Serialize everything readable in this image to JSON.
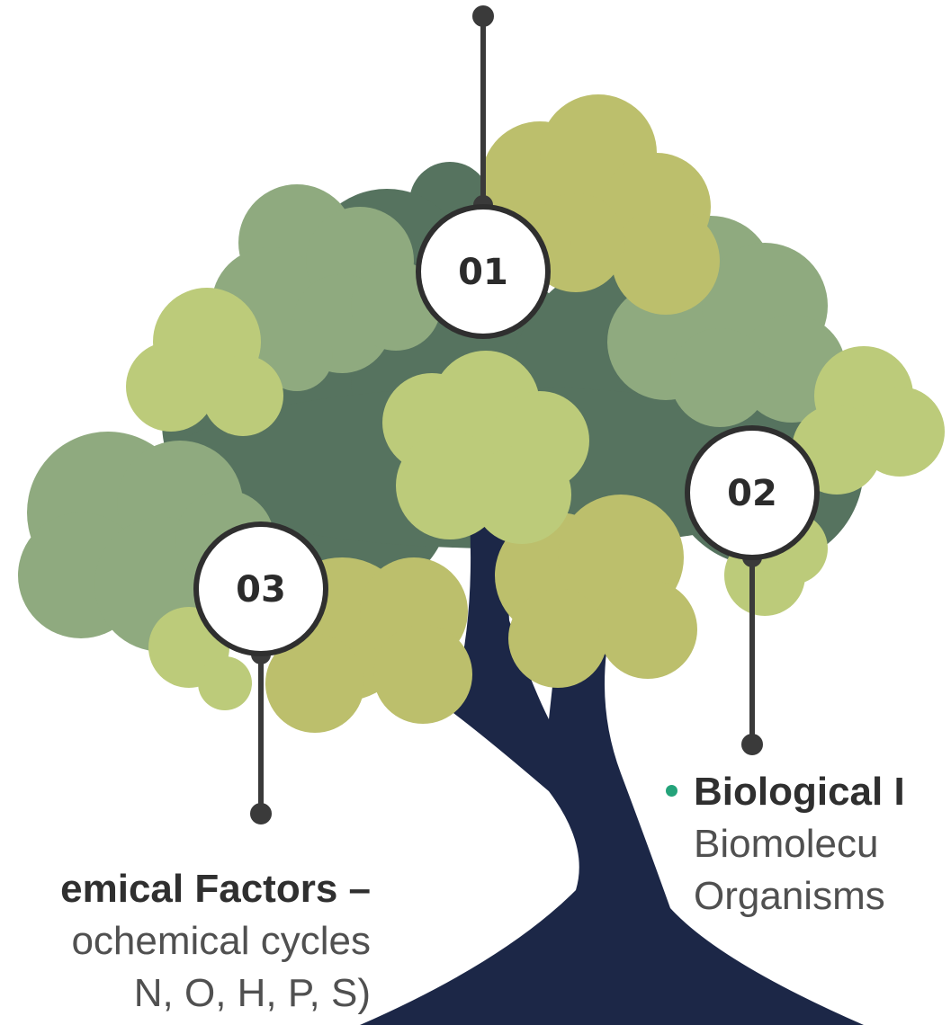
{
  "nodes": {
    "n1": {
      "label": "01"
    },
    "n2": {
      "label": "02"
    },
    "n3": {
      "label": "03"
    }
  },
  "captions": {
    "left": {
      "head": "emical  Factors  –",
      "line1": "ochemical  cycles",
      "line2": "N, O, H, P, S)"
    },
    "right": {
      "head": "Biological I",
      "line1": "Biomolecu",
      "line2": "Organisms"
    }
  },
  "colors": {
    "trunk": "#1c2747",
    "canopy_dark": "#56735f",
    "canopy_sage": "#8faa7f",
    "canopy_olive": "#bcbf6c",
    "canopy_lime": "#bccb7a",
    "connector": "#3a3a3a",
    "bullet": "#24a37a"
  }
}
